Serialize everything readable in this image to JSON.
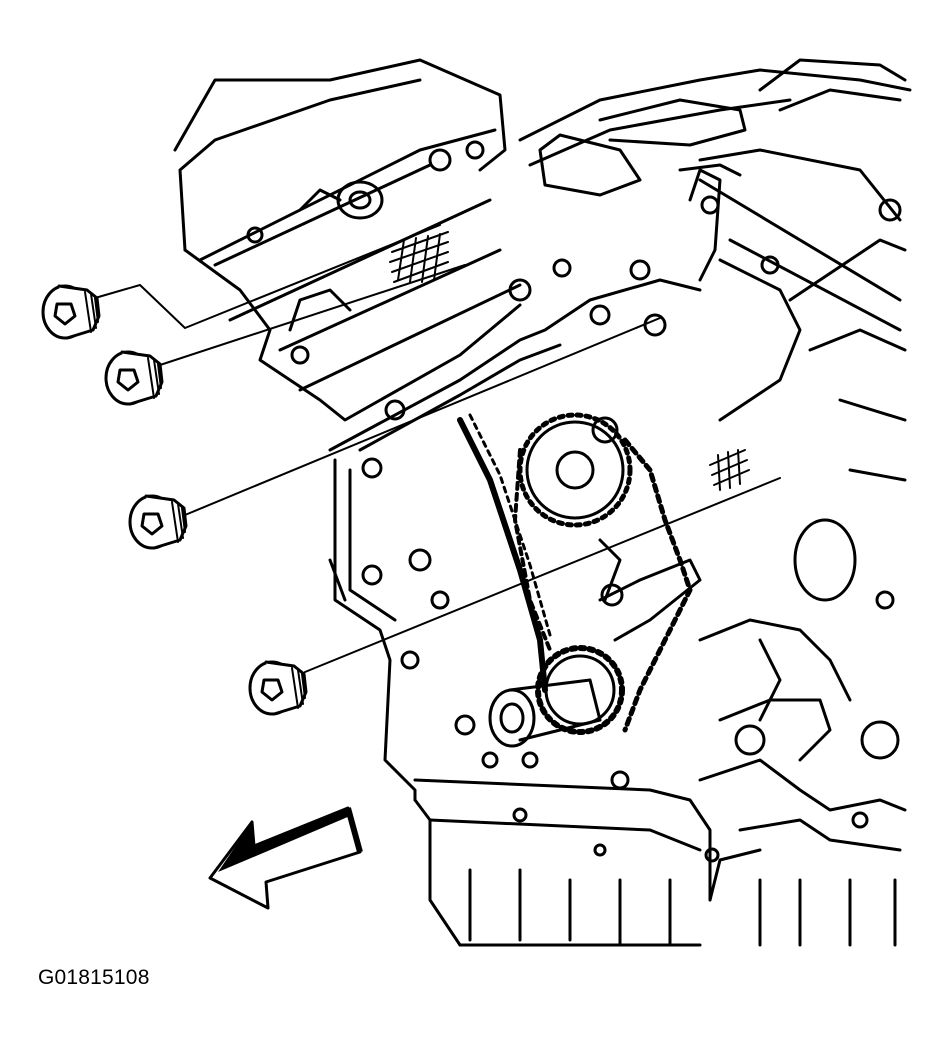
{
  "figure": {
    "id_label": "G01815108",
    "plugs": [
      {
        "name": "plug-1"
      },
      {
        "name": "plug-2"
      },
      {
        "name": "plug-3"
      },
      {
        "name": "plug-4"
      }
    ],
    "direction_arrow": "front-of-engine-arrow",
    "colors": {
      "line": "#000000",
      "background": "#ffffff"
    }
  }
}
